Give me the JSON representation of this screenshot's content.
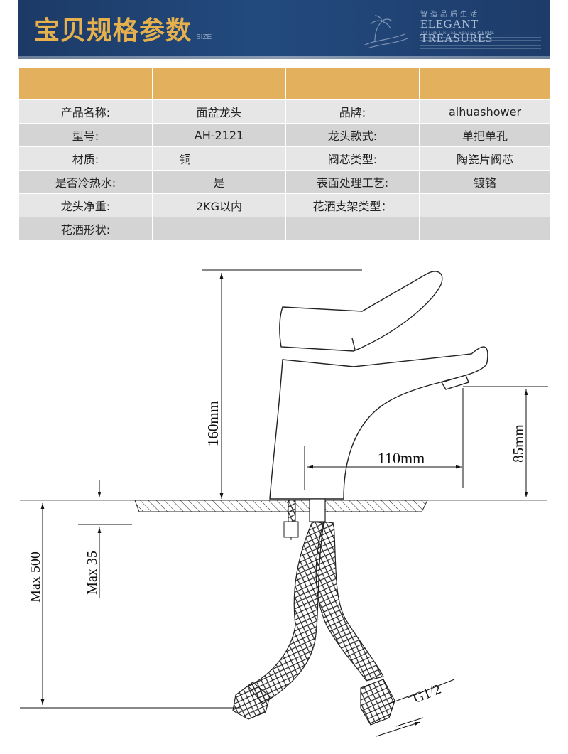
{
  "header": {
    "title": "宝贝规格参数",
    "subtitle": "SIZE",
    "slogan_cn": "智造品质生活",
    "slogan_en": "ELEGANT TREASURES",
    "slogan_en_small": "TO THE UNITED STATES PIERRE",
    "title_color": "#e6b04d",
    "banner_color": "#1f4274"
  },
  "spec_table": {
    "header_color": "#e3b05e",
    "rows": [
      [
        "产品名称:",
        "面盆龙头",
        "品牌:",
        "aihuashower"
      ],
      [
        "型号:",
        "AH-2121",
        "龙头款式:",
        "单把单孔"
      ],
      [
        "材质:",
        "铜",
        "阀芯类型:",
        "陶瓷片阀芯"
      ],
      [
        "是否冷热水:",
        "是",
        "表面处理工艺:",
        "镀铬"
      ],
      [
        "龙头净重:",
        "2KG以内",
        "花洒支架类型：",
        ""
      ],
      [
        "花洒形状:",
        "",
        "",
        ""
      ]
    ]
  },
  "drawing": {
    "dim_height": "160mm",
    "dim_reach": "110mm",
    "dim_spout_height": "85mm",
    "dim_max_hose": "Max 500",
    "dim_max_thickness": "Max 35",
    "dim_thread": "G1/2"
  }
}
